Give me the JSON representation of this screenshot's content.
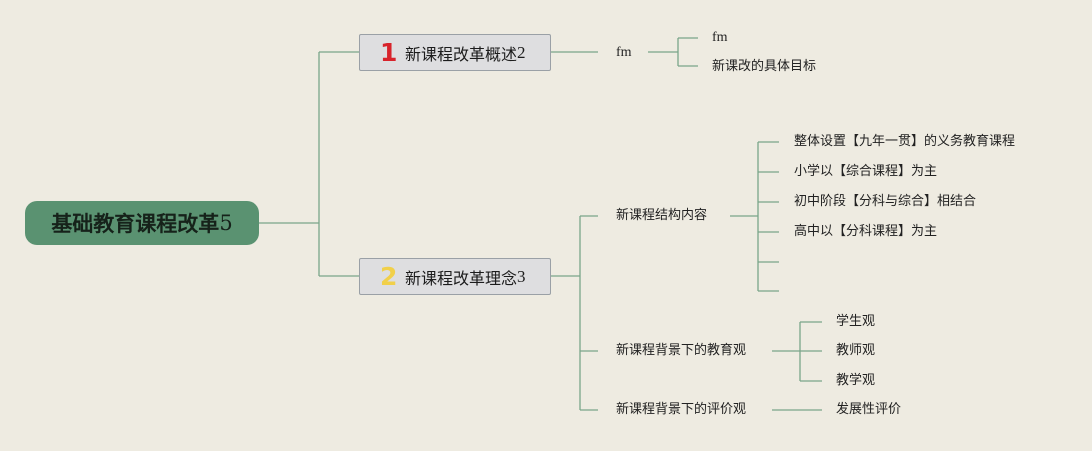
{
  "root": {
    "label": "基础教育课程改革",
    "count": "5"
  },
  "topics": [
    {
      "badge": "1",
      "label": "新课程改革概述",
      "count": "2",
      "children": [
        {
          "label": "fm",
          "children": [
            {
              "label": "fm"
            },
            {
              "label": "新课改的具体目标"
            }
          ]
        }
      ]
    },
    {
      "badge": "2",
      "label": "新课程改革理念",
      "count": "3",
      "children": [
        {
          "label": "新课程结构内容",
          "children": [
            {
              "label": "整体设置【九年一贯】的义务教育课程"
            },
            {
              "label": "小学以【综合课程】为主"
            },
            {
              "label": "初中阶段【分科与综合】相结合"
            },
            {
              "label": "高中以【分科课程】为主"
            },
            {
              "label": ""
            },
            {
              "label": ""
            }
          ]
        },
        {
          "label": "新课程背景下的教育观",
          "children": [
            {
              "label": "学生观"
            },
            {
              "label": "教师观"
            },
            {
              "label": "教学观"
            }
          ]
        },
        {
          "label": "新课程背景下的评价观",
          "children": [
            {
              "label": "发展性评价"
            }
          ]
        }
      ]
    }
  ],
  "colors": {
    "background": "#eeebe1",
    "root": "#5a9271",
    "line": "#7aa58a",
    "badge1": "#d8232b",
    "badge2": "#f1d04a"
  }
}
